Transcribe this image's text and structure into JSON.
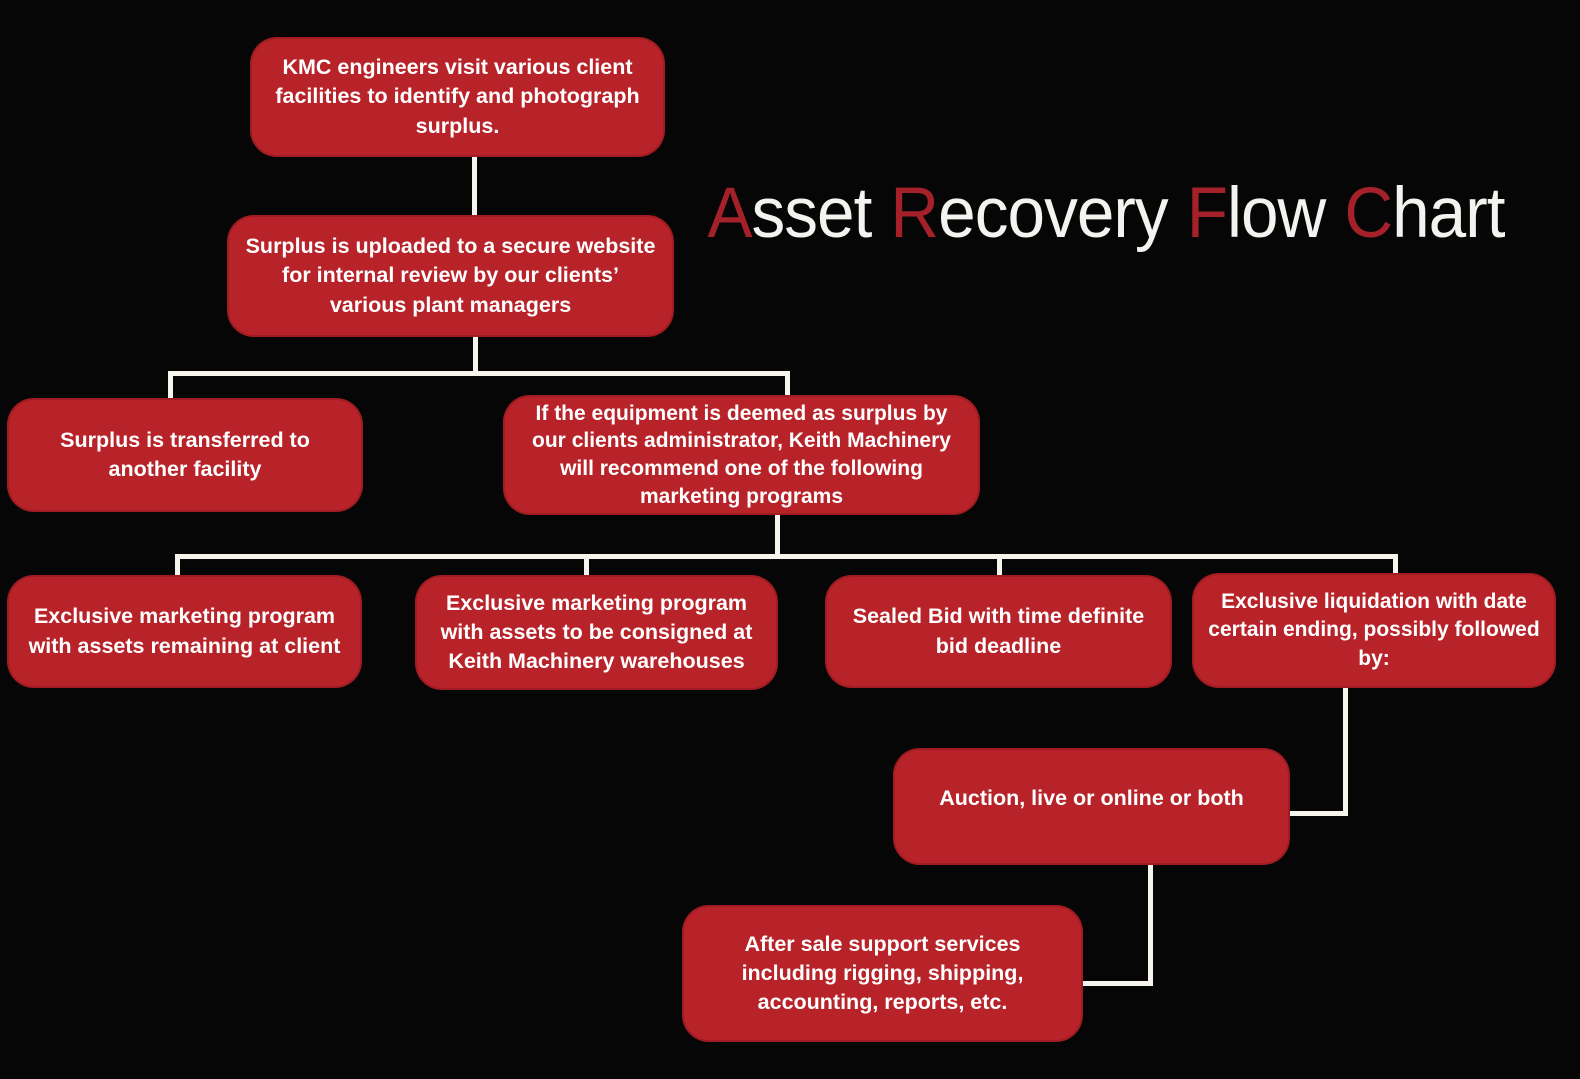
{
  "page": {
    "background_color": "#060606",
    "node_color": "#b82329",
    "node_text_color": "#ffffff",
    "connector_color": "#f7f4ee",
    "title_accent_color": "#a5212a",
    "title_text_color": "#f5f3ef"
  },
  "title": {
    "full": "Asset Recovery Flow Chart",
    "words": [
      {
        "first": "A",
        "rest": "sset"
      },
      {
        "first": "R",
        "rest": "ecovery"
      },
      {
        "first": "F",
        "rest": "low"
      },
      {
        "first": "C",
        "rest": "hart"
      }
    ]
  },
  "nodes": [
    {
      "id": "kmc",
      "text": "KMC engineers visit various client facilities to identify and photograph surplus."
    },
    {
      "id": "upload",
      "text": "Surplus is uploaded to a secure website for internal review by our clients’ various plant managers"
    },
    {
      "id": "transfer",
      "text": "Surplus is transferred to another facility"
    },
    {
      "id": "deemed",
      "text": "If the equipment is deemed as surplus by our clients administrator, Keith Machinery will recommend one of the following marketing programs"
    },
    {
      "id": "remaining",
      "text": "Exclusive marketing program with assets remaining at client"
    },
    {
      "id": "consigned",
      "text": "Exclusive marketing program with assets to be consigned at Keith Machinery warehouses"
    },
    {
      "id": "sealed",
      "text": "Sealed Bid with time definite bid deadline"
    },
    {
      "id": "liquidation",
      "text": "Exclusive liquidation with date certain ending, possibly followed by:"
    },
    {
      "id": "auction",
      "text": "Auction, live or online or both"
    },
    {
      "id": "aftersale",
      "text": "After sale support services including rigging, shipping, accounting, reports, etc."
    }
  ]
}
